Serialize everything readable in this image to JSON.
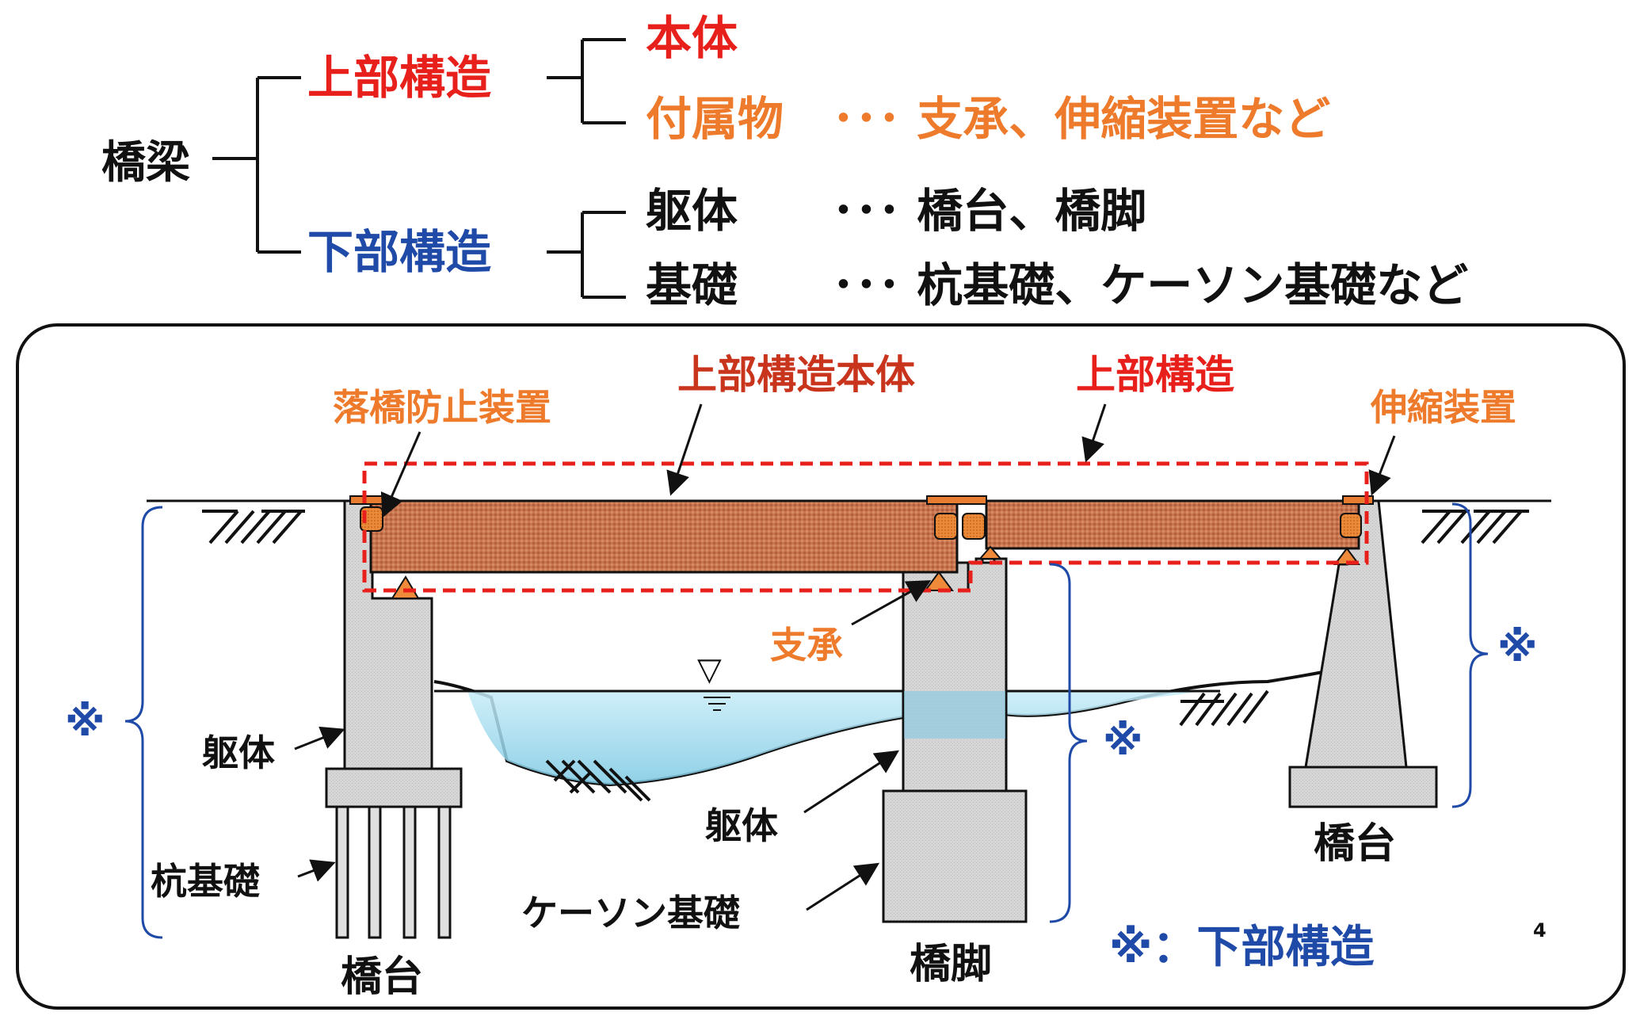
{
  "colors": {
    "red": "#e8201c",
    "orange": "#ee7a2b",
    "blue": "#1f4aa8",
    "black": "#111111",
    "girder": "#c9764f",
    "concrete": "#d9d9d9",
    "water": "#a6dcef",
    "dash_red": "#e8201c"
  },
  "tree": {
    "root": "橋梁",
    "upper": {
      "label": "上部構造",
      "items": [
        {
          "name": "本体",
          "detail": ""
        },
        {
          "name": "付属物",
          "detail": "･･･ 支承、伸縮装置など"
        }
      ]
    },
    "lower": {
      "label": "下部構造",
      "items": [
        {
          "name": "躯体",
          "detail": "･･･ 橋台、橋脚"
        },
        {
          "name": "基礎",
          "detail": "･･･ 杭基礎、ケーソン基礎など"
        }
      ]
    }
  },
  "diagram": {
    "label_superstructure_body": "上部構造本体",
    "label_superstructure": "上部構造",
    "label_unseating_prevention": "落橋防止装置",
    "label_expansion_joint": "伸縮装置",
    "label_bearing": "支承",
    "label_body_left": "躯体",
    "label_body_pier": "躯体",
    "label_pile_foundation": "杭基礎",
    "label_caisson_foundation": "ケーソン基礎",
    "label_abutment_left": "橋台",
    "label_abutment_right": "橋台",
    "label_pier": "橋脚",
    "mark": "※",
    "legend_text": "※：下部構造",
    "water_mark": "▽",
    "page_number": "4"
  }
}
